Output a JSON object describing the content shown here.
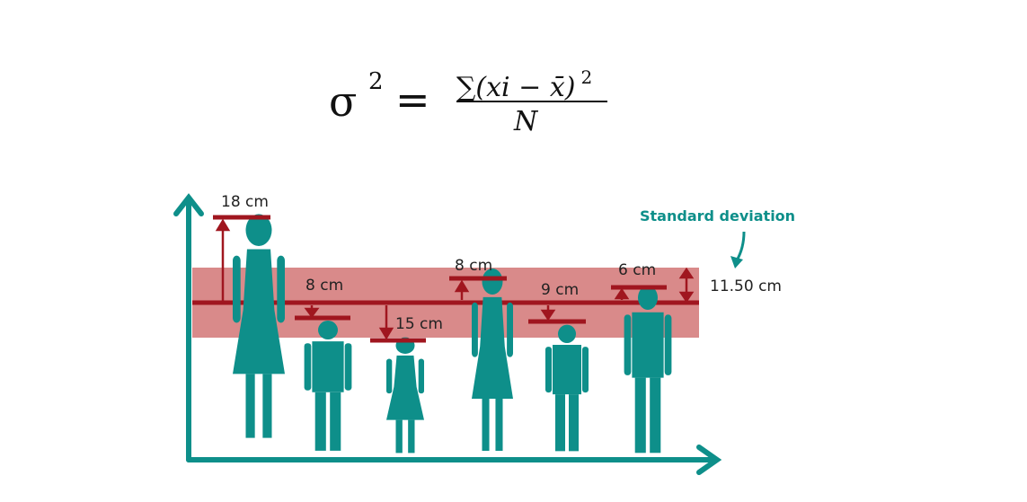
{
  "formula": {
    "lhs": "σ",
    "lhs_exponent": "2",
    "equals": "=",
    "numerator": "∑(xi − x̄)",
    "numerator_exponent": "2",
    "denominator": "N"
  },
  "diagram": {
    "colors": {
      "teal": "#0e8f8a",
      "red": "#a0161f",
      "band": "#d98a8a"
    },
    "callout": "Standard deviation",
    "sd_value": "11.50 cm",
    "deviations": [
      {
        "label": "18 cm",
        "direction": "above"
      },
      {
        "label": "8 cm",
        "direction": "below"
      },
      {
        "label": "15 cm",
        "direction": "below"
      },
      {
        "label": "8 cm",
        "direction": "above"
      },
      {
        "label": "9 cm",
        "direction": "below"
      },
      {
        "label": "6 cm",
        "direction": "above"
      }
    ]
  }
}
